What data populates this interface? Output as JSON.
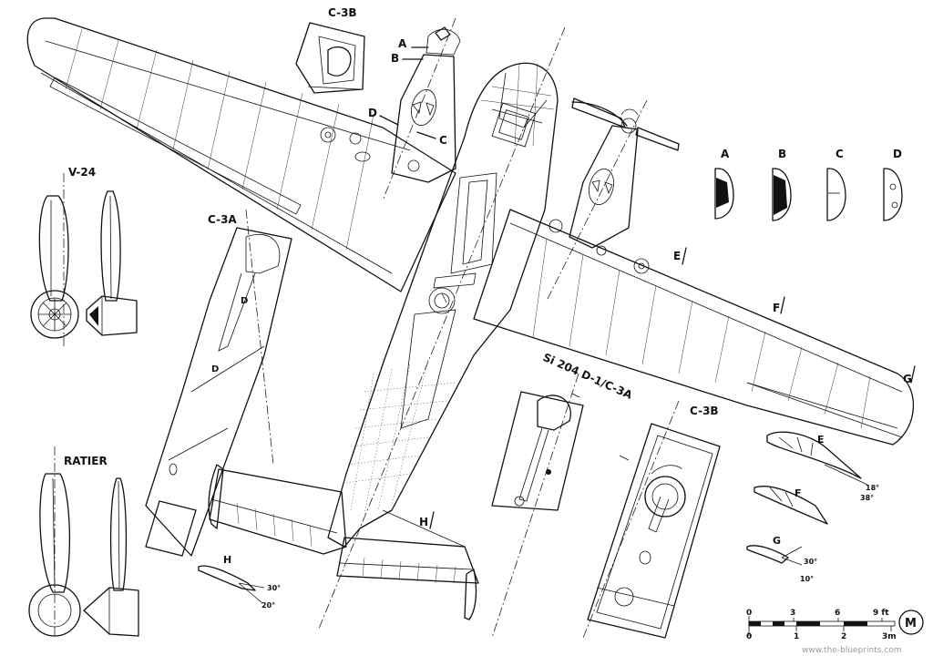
{
  "labels": {
    "prop_v24": "V-24",
    "prop_ratier": "RATIER",
    "view_c3b_top": "C-3B",
    "view_c3a": "C-3A",
    "view_d1_c3a": "Si 204 D-1/C-3A",
    "view_c3b_right": "C-3B",
    "section_A": "A",
    "section_B": "B",
    "section_C": "C",
    "section_D": "D",
    "station_E": "E",
    "station_F": "F",
    "station_G": "G",
    "station_H": "H",
    "profile_E": "E",
    "profile_F": "F",
    "profile_G": "G",
    "profile_H": "H",
    "angle_E_1": "18°",
    "angle_E_2": "38°",
    "angle_G_1": "30°",
    "angle_G_2": "10°",
    "angle_H_1": "30°",
    "angle_H_2": "20°"
  },
  "scale": {
    "ft": [
      "0",
      "3",
      "6",
      "9 ft"
    ],
    "m": [
      "0",
      "1",
      "2",
      "3m"
    ],
    "logo": "M"
  },
  "watermark": "www.the-blueprints.com"
}
